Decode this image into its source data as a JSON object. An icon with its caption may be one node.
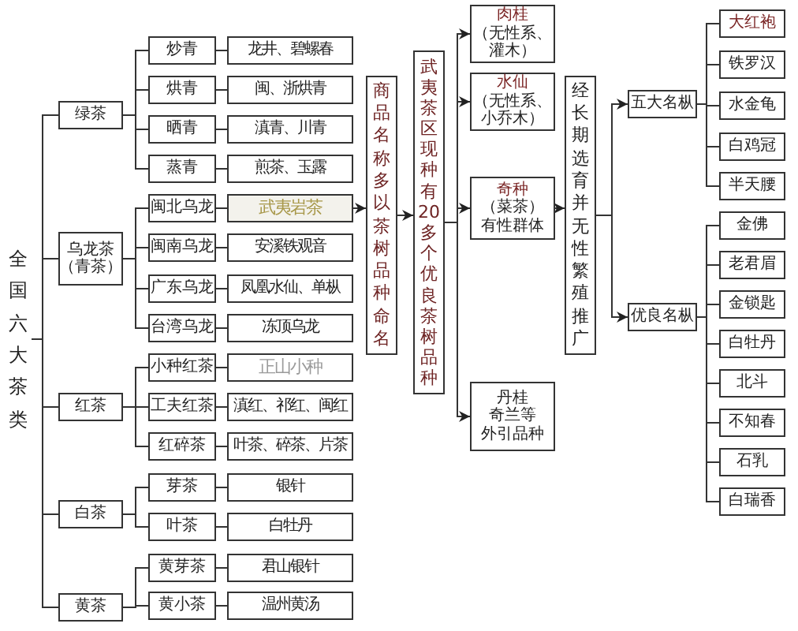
{
  "diagram": {
    "nodes": [
      {
        "text": [
          "全国六大茶类"
        ]
      },
      {
        "text": [
          "绿茶"
        ]
      },
      {
        "text": [
          "乌龙茶（青茶）"
        ]
      },
      {
        "text": [
          "红茶"
        ]
      },
      {
        "text": [
          "白茶"
        ]
      },
      {
        "text": [
          "黄茶"
        ]
      },
      {
        "text": [
          "炒青"
        ]
      },
      {
        "text": [
          "龙井、碧螺春"
        ]
      },
      {
        "text": [
          "烘青"
        ]
      },
      {
        "text": [
          "闽、浙烘青"
        ]
      },
      {
        "text": [
          "晒青"
        ]
      },
      {
        "text": [
          "滇青、川青"
        ]
      },
      {
        "text": [
          "蒸青"
        ]
      },
      {
        "text": [
          "煎茶、玉露"
        ]
      },
      {
        "text": [
          "闽北乌龙"
        ]
      },
      {
        "text": [
          "武夷岩茶"
        ]
      },
      {
        "text": [
          "闽南乌龙"
        ]
      },
      {
        "text": [
          "安溪铁观音"
        ]
      },
      {
        "text": [
          "广东乌龙"
        ]
      },
      {
        "text": [
          "凤凰水仙、单枞"
        ]
      },
      {
        "text": [
          "台湾乌龙"
        ]
      },
      {
        "text": [
          "冻顶乌龙"
        ]
      },
      {
        "text": [
          "小种红茶"
        ]
      },
      {
        "text": [
          "正山小种"
        ]
      },
      {
        "text": [
          "工夫红茶"
        ]
      },
      {
        "text": [
          "滇红、祁红、闽红"
        ]
      },
      {
        "text": [
          "红碎茶"
        ]
      },
      {
        "text": [
          "叶茶、碎茶、片茶"
        ]
      },
      {
        "text": [
          "芽茶"
        ]
      },
      {
        "text": [
          "银针"
        ]
      },
      {
        "text": [
          "叶茶"
        ]
      },
      {
        "text": [
          "白牡丹"
        ]
      },
      {
        "text": [
          "黄芽茶"
        ]
      },
      {
        "text": [
          "君山银针"
        ]
      },
      {
        "text": [
          "黄小茶"
        ]
      },
      {
        "text": [
          "温州黄汤"
        ]
      },
      {
        "text": [
          "商品名称多以茶树品种命名"
        ]
      },
      {
        "text": [
          "武夷茶区现种有20多个优良茶树品种"
        ]
      },
      {
        "text": [
          "肉桂",
          "（无性系、灌木）"
        ]
      },
      {
        "text": [
          "水仙",
          "（无性系、小乔木）"
        ]
      },
      {
        "text": [
          "奇种",
          "（菜茶）",
          "有性群体"
        ]
      },
      {
        "text": [
          "丹桂",
          "奇兰等",
          "外引品种"
        ]
      },
      {
        "text": [
          "经长期选育并无性繁殖推广"
        ]
      },
      {
        "text": [
          "五大名枞"
        ]
      },
      {
        "text": [
          "优良名枞"
        ]
      },
      {
        "text": [
          "大红袍"
        ]
      },
      {
        "text": [
          "铁罗汉"
        ]
      },
      {
        "text": [
          "水金龟"
        ]
      },
      {
        "text": [
          "白鸡冠"
        ]
      },
      {
        "text": [
          "半天腰"
        ]
      },
      {
        "text": [
          "金佛"
        ]
      },
      {
        "text": [
          "老君眉"
        ]
      },
      {
        "text": [
          "金锁匙"
        ]
      },
      {
        "text": [
          "白牡丹"
        ]
      },
      {
        "text": [
          "北斗"
        ]
      },
      {
        "text": [
          "不知春"
        ]
      },
      {
        "text": [
          "石乳"
        ]
      },
      {
        "text": [
          "白瑞香"
        ]
      }
    ],
    "edges": [
      {
        "from": 0,
        "to": 1,
        "arrow": "none"
      },
      {
        "from": 0,
        "to": 2,
        "arrow": "none"
      },
      {
        "from": 0,
        "to": 3,
        "arrow": "none"
      },
      {
        "from": 0,
        "to": 4,
        "arrow": "none"
      },
      {
        "from": 0,
        "to": 5,
        "arrow": "none"
      },
      {
        "from": 1,
        "to": 6,
        "arrow": "none"
      },
      {
        "from": 1,
        "to": 8,
        "arrow": "none"
      },
      {
        "from": 1,
        "to": 10,
        "arrow": "none"
      },
      {
        "from": 1,
        "to": 12,
        "arrow": "none"
      },
      {
        "from": 2,
        "to": 14,
        "arrow": "none"
      },
      {
        "from": 2,
        "to": 16,
        "arrow": "none"
      },
      {
        "from": 2,
        "to": 18,
        "arrow": "none"
      },
      {
        "from": 2,
        "to": 20,
        "arrow": "none"
      },
      {
        "from": 3,
        "to": 22,
        "arrow": "none"
      },
      {
        "from": 3,
        "to": 24,
        "arrow": "none"
      },
      {
        "from": 3,
        "to": 26,
        "arrow": "none"
      },
      {
        "from": 4,
        "to": 28,
        "arrow": "none"
      },
      {
        "from": 4,
        "to": 30,
        "arrow": "none"
      },
      {
        "from": 5,
        "to": 32,
        "arrow": "none"
      },
      {
        "from": 5,
        "to": 34,
        "arrow": "none"
      },
      {
        "from": 6,
        "to": 7,
        "arrow": "none"
      },
      {
        "from": 8,
        "to": 9,
        "arrow": "none"
      },
      {
        "from": 10,
        "to": 11,
        "arrow": "none"
      },
      {
        "from": 12,
        "to": 13,
        "arrow": "none"
      },
      {
        "from": 14,
        "to": 15,
        "arrow": "none"
      },
      {
        "from": 16,
        "to": 17,
        "arrow": "none"
      },
      {
        "from": 18,
        "to": 19,
        "arrow": "none"
      },
      {
        "from": 20,
        "to": 21,
        "arrow": "none"
      },
      {
        "from": 22,
        "to": 23,
        "arrow": "none"
      },
      {
        "from": 24,
        "to": 25,
        "arrow": "none"
      },
      {
        "from": 26,
        "to": 27,
        "arrow": "none"
      },
      {
        "from": 28,
        "to": 29,
        "arrow": "none"
      },
      {
        "from": 30,
        "to": 31,
        "arrow": "none"
      },
      {
        "from": 32,
        "to": 33,
        "arrow": "none"
      },
      {
        "from": 34,
        "to": 35,
        "arrow": "none"
      },
      {
        "from": 15,
        "to": 36,
        "arrow": "to"
      },
      {
        "from": 36,
        "to": 37,
        "arrow": "to"
      },
      {
        "from": 37,
        "to": 38,
        "arrow": "to"
      },
      {
        "from": 37,
        "to": 39,
        "arrow": "to"
      },
      {
        "from": 37,
        "to": 40,
        "arrow": "to"
      },
      {
        "from": 37,
        "to": 41,
        "arrow": "to"
      },
      {
        "from": 40,
        "to": 42,
        "arrow": "to"
      },
      {
        "from": 42,
        "to": 43,
        "arrow": "to"
      },
      {
        "from": 42,
        "to": 44,
        "arrow": "to"
      },
      {
        "from": 43,
        "to": 45,
        "arrow": "none"
      },
      {
        "from": 43,
        "to": 46,
        "arrow": "none"
      },
      {
        "from": 43,
        "to": 47,
        "arrow": "none"
      },
      {
        "from": 43,
        "to": 48,
        "arrow": "none"
      },
      {
        "from": 43,
        "to": 49,
        "arrow": "none"
      },
      {
        "from": 44,
        "to": 50,
        "arrow": "none"
      },
      {
        "from": 44,
        "to": 51,
        "arrow": "none"
      },
      {
        "from": 44,
        "to": 52,
        "arrow": "none"
      },
      {
        "from": 44,
        "to": 53,
        "arrow": "none"
      },
      {
        "from": 44,
        "to": 54,
        "arrow": "none"
      },
      {
        "from": 44,
        "to": 55,
        "arrow": "none"
      },
      {
        "from": 44,
        "to": 56,
        "arrow": "none"
      },
      {
        "from": 44,
        "to": 57,
        "arrow": "none"
      }
    ]
  }
}
